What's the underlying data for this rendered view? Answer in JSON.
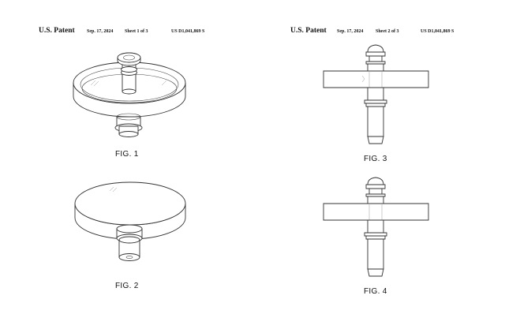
{
  "sheets": [
    {
      "office": "U.S. Patent",
      "date": "Sep. 17, 2024",
      "sheet": "Sheet 1 of 3",
      "patent_number": "US D1,041,869 S",
      "figures": [
        {
          "label": "FIG. 1"
        },
        {
          "label": "FIG. 2"
        }
      ]
    },
    {
      "office": "U.S. Patent",
      "date": "Sep. 17, 2024",
      "sheet": "Sheet 2 of 3",
      "patent_number": "US D1,041,869 S",
      "figures": [
        {
          "label": "FIG. 3"
        },
        {
          "label": "FIG. 4"
        }
      ]
    }
  ]
}
